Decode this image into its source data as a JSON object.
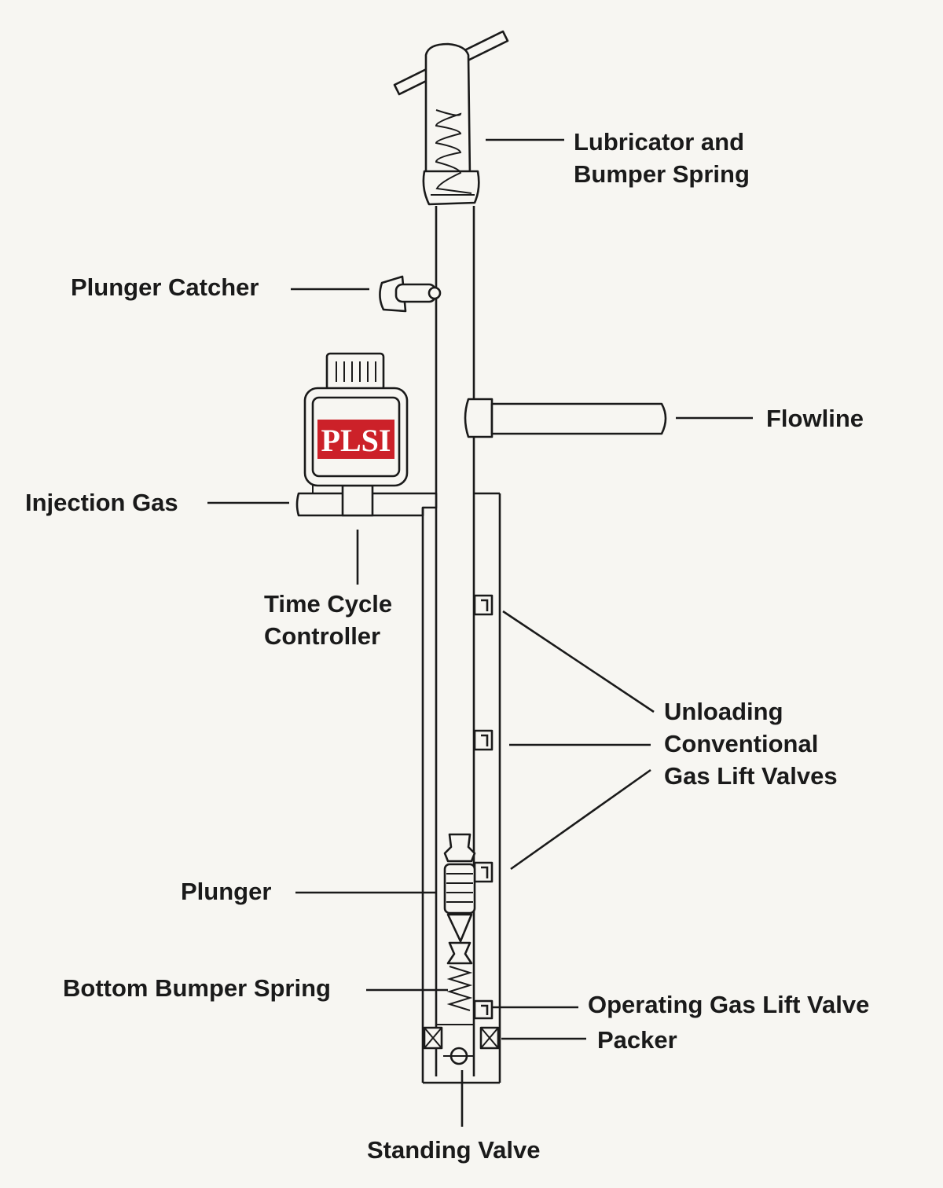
{
  "labels": {
    "lubricator": [
      "Lubricator and",
      "Bumper Spring"
    ],
    "plunger_catcher": "Plunger Catcher",
    "flowline": "Flowline",
    "injection_gas": "Injection Gas",
    "time_cycle_controller": [
      "Time Cycle",
      "Controller"
    ],
    "unloading_valves": [
      "Unloading",
      "Conventional",
      "Gas Lift Valves"
    ],
    "plunger": "Plunger",
    "bottom_bumper_spring": "Bottom Bumper Spring",
    "operating_valve": "Operating Gas Lift Valve",
    "packer": "Packer",
    "standing_valve": "Standing Valve"
  },
  "controller_logo": "PLSI",
  "colors": {
    "background": "#f7f6f2",
    "line": "#1a1a1a",
    "logo_red": "#cc2129"
  }
}
